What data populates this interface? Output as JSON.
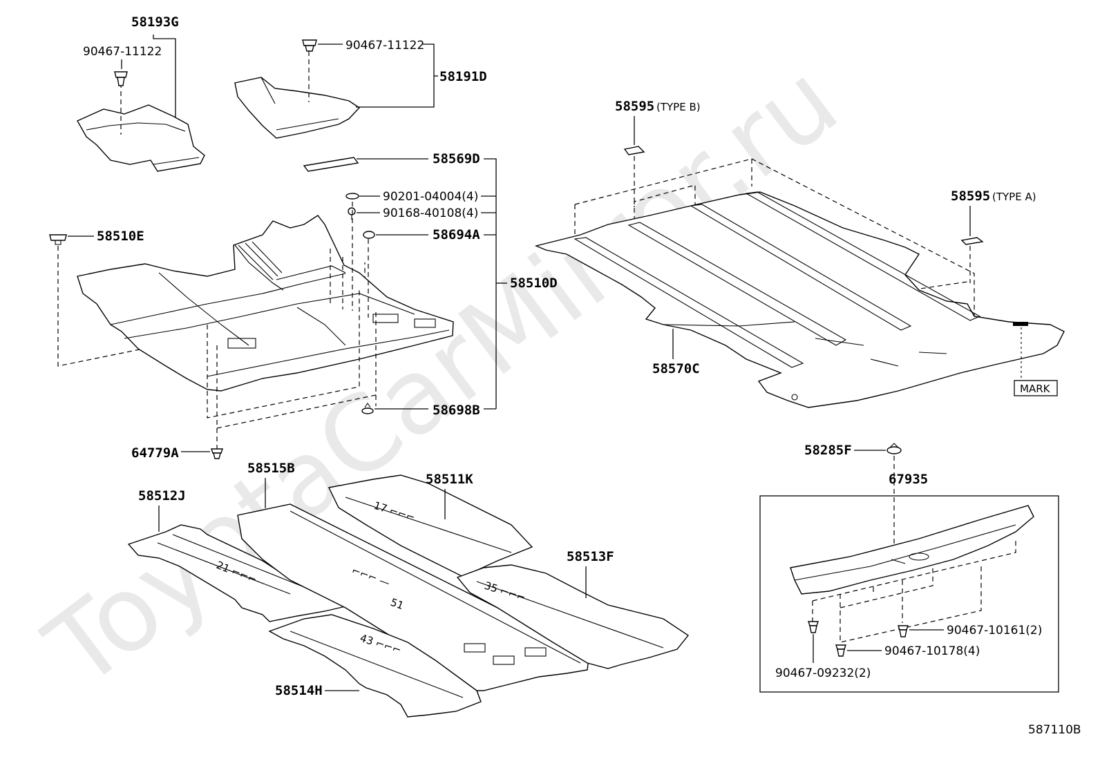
{
  "watermark": "ToyotaCarMirror.ru",
  "drawing_code": "587110B",
  "labels": {
    "p58193G": "58193G",
    "p90467_11122_a": "90467-11122",
    "p90467_11122_b": "90467-11122",
    "p58191D": "58191D",
    "p58569D": "58569D",
    "p90201": "90201-04004(4)",
    "p90168": "90168-40108(4)",
    "p58694A": "58694A",
    "p58510E": "58510E",
    "p58510D": "58510D",
    "p58698B": "58698B",
    "p64779A": "64779A",
    "p58595b": "58595",
    "p58595b_type": "(TYPE B)",
    "p58595a": "58595",
    "p58595a_type": "(TYPE A)",
    "p58570C": "58570C",
    "mark": "MARK",
    "p58285F": "58285F",
    "p67935": "67935",
    "p58515B": "58515B",
    "p58511K": "58511K",
    "p58512J": "58512J",
    "p58513F": "58513F",
    "p58514H": "58514H",
    "p90467_10161": "90467-10161(2)",
    "p90467_10178": "90467-10178(4)",
    "p90467_09232": "90467-09232(2)"
  }
}
